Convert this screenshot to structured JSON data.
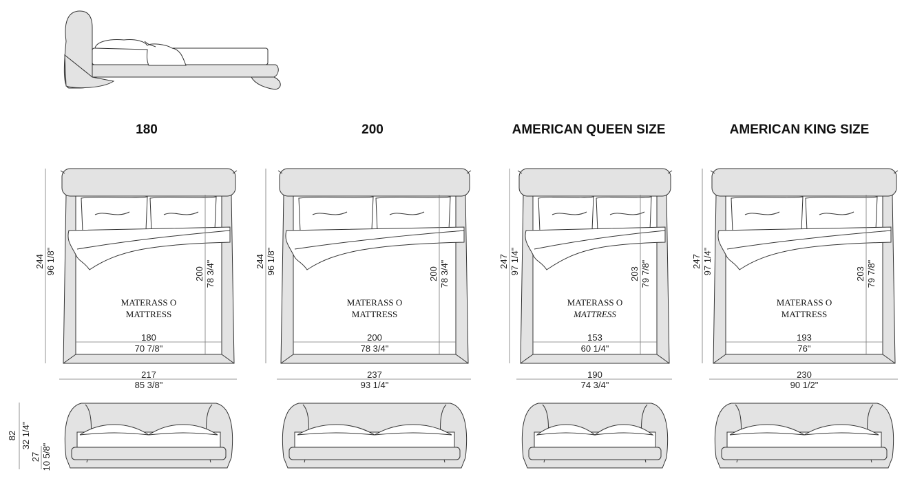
{
  "variants": [
    {
      "title": "180",
      "mattress_label_it": "MATERASS O",
      "mattress_label_en": "MATTRESS",
      "mattress_label_en_italic": false,
      "mattress_width_cm": "180",
      "mattress_width_in": "70 7/8\"",
      "mattress_length_cm": "200",
      "mattress_length_in": "78 3/4\"",
      "overall_width_cm": "217",
      "overall_width_in": "85 3/8\"",
      "overall_length_cm": "244",
      "overall_length_in": "96 1/8\""
    },
    {
      "title": "200",
      "mattress_label_it": "MATERASS O",
      "mattress_label_en": "MATTRESS",
      "mattress_label_en_italic": false,
      "mattress_width_cm": "200",
      "mattress_width_in": "78 3/4\"",
      "mattress_length_cm": "200",
      "mattress_length_in": "78 3/4\"",
      "overall_width_cm": "237",
      "overall_width_in": "93 1/4\"",
      "overall_length_cm": "244",
      "overall_length_in": "96 1/8\""
    },
    {
      "title": "AMERICAN QUEEN SIZE",
      "mattress_label_it": "MATERASS O",
      "mattress_label_en": "MATTRESS",
      "mattress_label_en_italic": true,
      "mattress_width_cm": "153",
      "mattress_width_in": "60 1/4\"",
      "mattress_length_cm": "203",
      "mattress_length_in": "79 7/8\"",
      "overall_width_cm": "190",
      "overall_width_in": "74 3/4\"",
      "overall_length_cm": "247",
      "overall_length_in": "97 1/4\""
    },
    {
      "title": "AMERICAN KING SIZE",
      "mattress_label_it": "MATERASS O",
      "mattress_label_en": "MATTRESS",
      "mattress_label_en_italic": false,
      "mattress_width_cm": "193",
      "mattress_width_in": "76\"",
      "mattress_length_cm": "203",
      "mattress_length_in": "79 7/8\"",
      "overall_width_cm": "230",
      "overall_width_in": "90 1/2\"",
      "overall_length_cm": "247",
      "overall_length_in": "97 1/4\""
    }
  ],
  "front_view": {
    "height_cm": "82",
    "height_in": "32 1/4\"",
    "base_height_cm": "27",
    "base_height_in": "10 5/8\""
  },
  "colors": {
    "upholstery": "#e3e3e3",
    "line": "#333333"
  }
}
